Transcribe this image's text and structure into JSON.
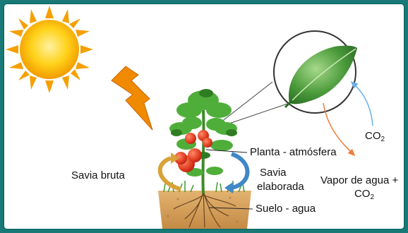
{
  "labels": {
    "planta_atmosfera": "Planta - atmósfera",
    "savia_bruta": "Savia bruta",
    "savia_elaborada_1": "Savia",
    "savia_elaborada_2": "elaborada",
    "vapor_1": "Vapor de agua +",
    "vapor_2_prefix": "CO",
    "vapor_2_sub": "2",
    "co2_prefix": "CO",
    "co2_sub": "2",
    "suelo_agua": "Suelo - agua"
  },
  "colors": {
    "background": "#1a7a78",
    "sun": "#f4b400",
    "lightning": "#f08a00",
    "leaf": "#4a9a3a",
    "arrow_brown": "#d9a23a",
    "arrow_blue": "#3f87c6",
    "vapor_arrow": "#f07c3a",
    "co2_arrow": "#6aaee6",
    "soil": "#d9a55e"
  }
}
